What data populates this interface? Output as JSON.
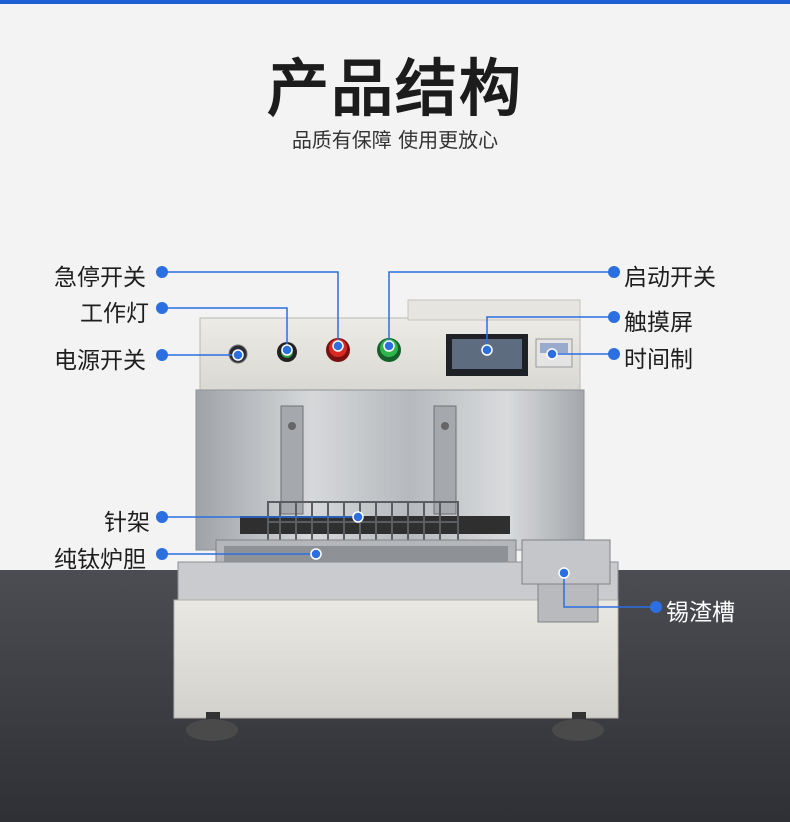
{
  "header": {
    "title": "产品结构",
    "subtitle": "品质有保障 使用更放心"
  },
  "labels": {
    "emergency_stop": "急停开关",
    "work_light": "工作灯",
    "power_switch": "电源开关",
    "start_switch": "启动开关",
    "touch_screen": "触摸屏",
    "timer": "时间制",
    "needle_rack": "针架",
    "titanium_tank": "纯钛炉胆",
    "dross_tank": "锡渣槽"
  },
  "colors": {
    "accent": "#1f5fd6",
    "callout_line": "#2b6fe0",
    "dark_background": "#3a3c41"
  }
}
